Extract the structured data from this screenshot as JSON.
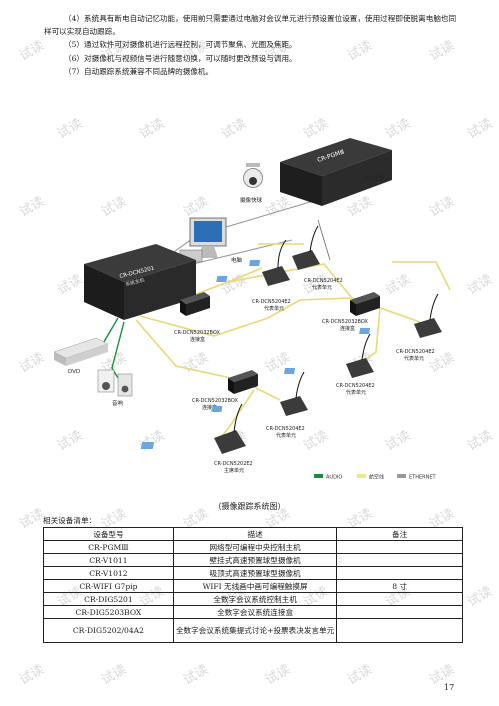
{
  "features": [
    "（4）系统具有断电自动记忆功能，使用前只需要通过电脑对会议单元进行预设置位设置，使用过程即使脱离电脑也同样可以实现自动跟踪。",
    "（5）通过软件可对摄像机进行远程控制，可调节聚焦、光圈及焦距。",
    "（6）对摄像机与视频信号进行随意切换，可以随时更改预设与调用。",
    "（7）自动跟踪系统兼容不同品牌的摄像机。"
  ],
  "diagram": {
    "labels": {
      "pgm_front": "CR-PGMⅢ",
      "pgm_caption": "中控主机",
      "camera": "摄像快球",
      "computer": "电脑",
      "main_unit": "CR-DCN5201",
      "main_unit_sub": "系统主机",
      "box_1": "CR-DCN52032BOX",
      "box_1_sub": "连接盒",
      "box_2": "CR-DCN52032BOX",
      "box_2_sub": "连接盒",
      "box_3": "CR-DCN52032BOX",
      "box_3_sub": "连接盒",
      "dvd": "DVD",
      "speaker": "音响",
      "mic_a": "CR-DCN5204E2",
      "mic_a_sub": "代表单元",
      "mic_b": "CR-DCN5204E2",
      "mic_b_sub": "代表单元",
      "mic_c": "CR-DCN5204E2",
      "mic_c_sub": "代表单元",
      "mic_d": "CR-DCN5204E2",
      "mic_d_sub": "代表单元",
      "mic_e": "CR-DCN5204E2",
      "mic_e_sub": "代表单元",
      "chairman": "CR-DCN5202E2",
      "chairman_sub": "主席单元"
    },
    "legend": [
      {
        "label": "AUDIO",
        "color": "#1c8c3c"
      },
      {
        "label": "航空线",
        "color": "#f0e68c"
      },
      {
        "label": "ETHERNET",
        "color": "#9a9a9a"
      }
    ]
  },
  "caption": "（摄像跟踪系统图）",
  "equipment_label": "相关设备清单：",
  "table": {
    "headers": [
      "设备型号",
      "描述",
      "备注"
    ],
    "rows": [
      {
        "model": "CR-PGMⅢ",
        "desc": "网络型可编程中央控制主机",
        "note": ""
      },
      {
        "model": "CR-V1011",
        "desc": "壁挂式高速预置球型摄像机",
        "note": ""
      },
      {
        "model": "CR-V1012",
        "desc": "吸顶式高速预置球型摄像机",
        "note": ""
      },
      {
        "model": "CR-WIFI G7pip",
        "desc": "WIFI 无线画中画可编程触摸屏",
        "note": "8 寸"
      },
      {
        "model": "CR-DIG5201",
        "desc": "全数字会议系统控制主机",
        "note": ""
      },
      {
        "model": "CR-DIG5203BOX",
        "desc": "全数字会议系统连接盒",
        "note": ""
      },
      {
        "model": "CR-DIG5202/04A2",
        "desc": "全数字会议系统集提式讨论+投票表决发言单元",
        "note": ""
      }
    ]
  },
  "page_number": "17",
  "watermark": "试读"
}
